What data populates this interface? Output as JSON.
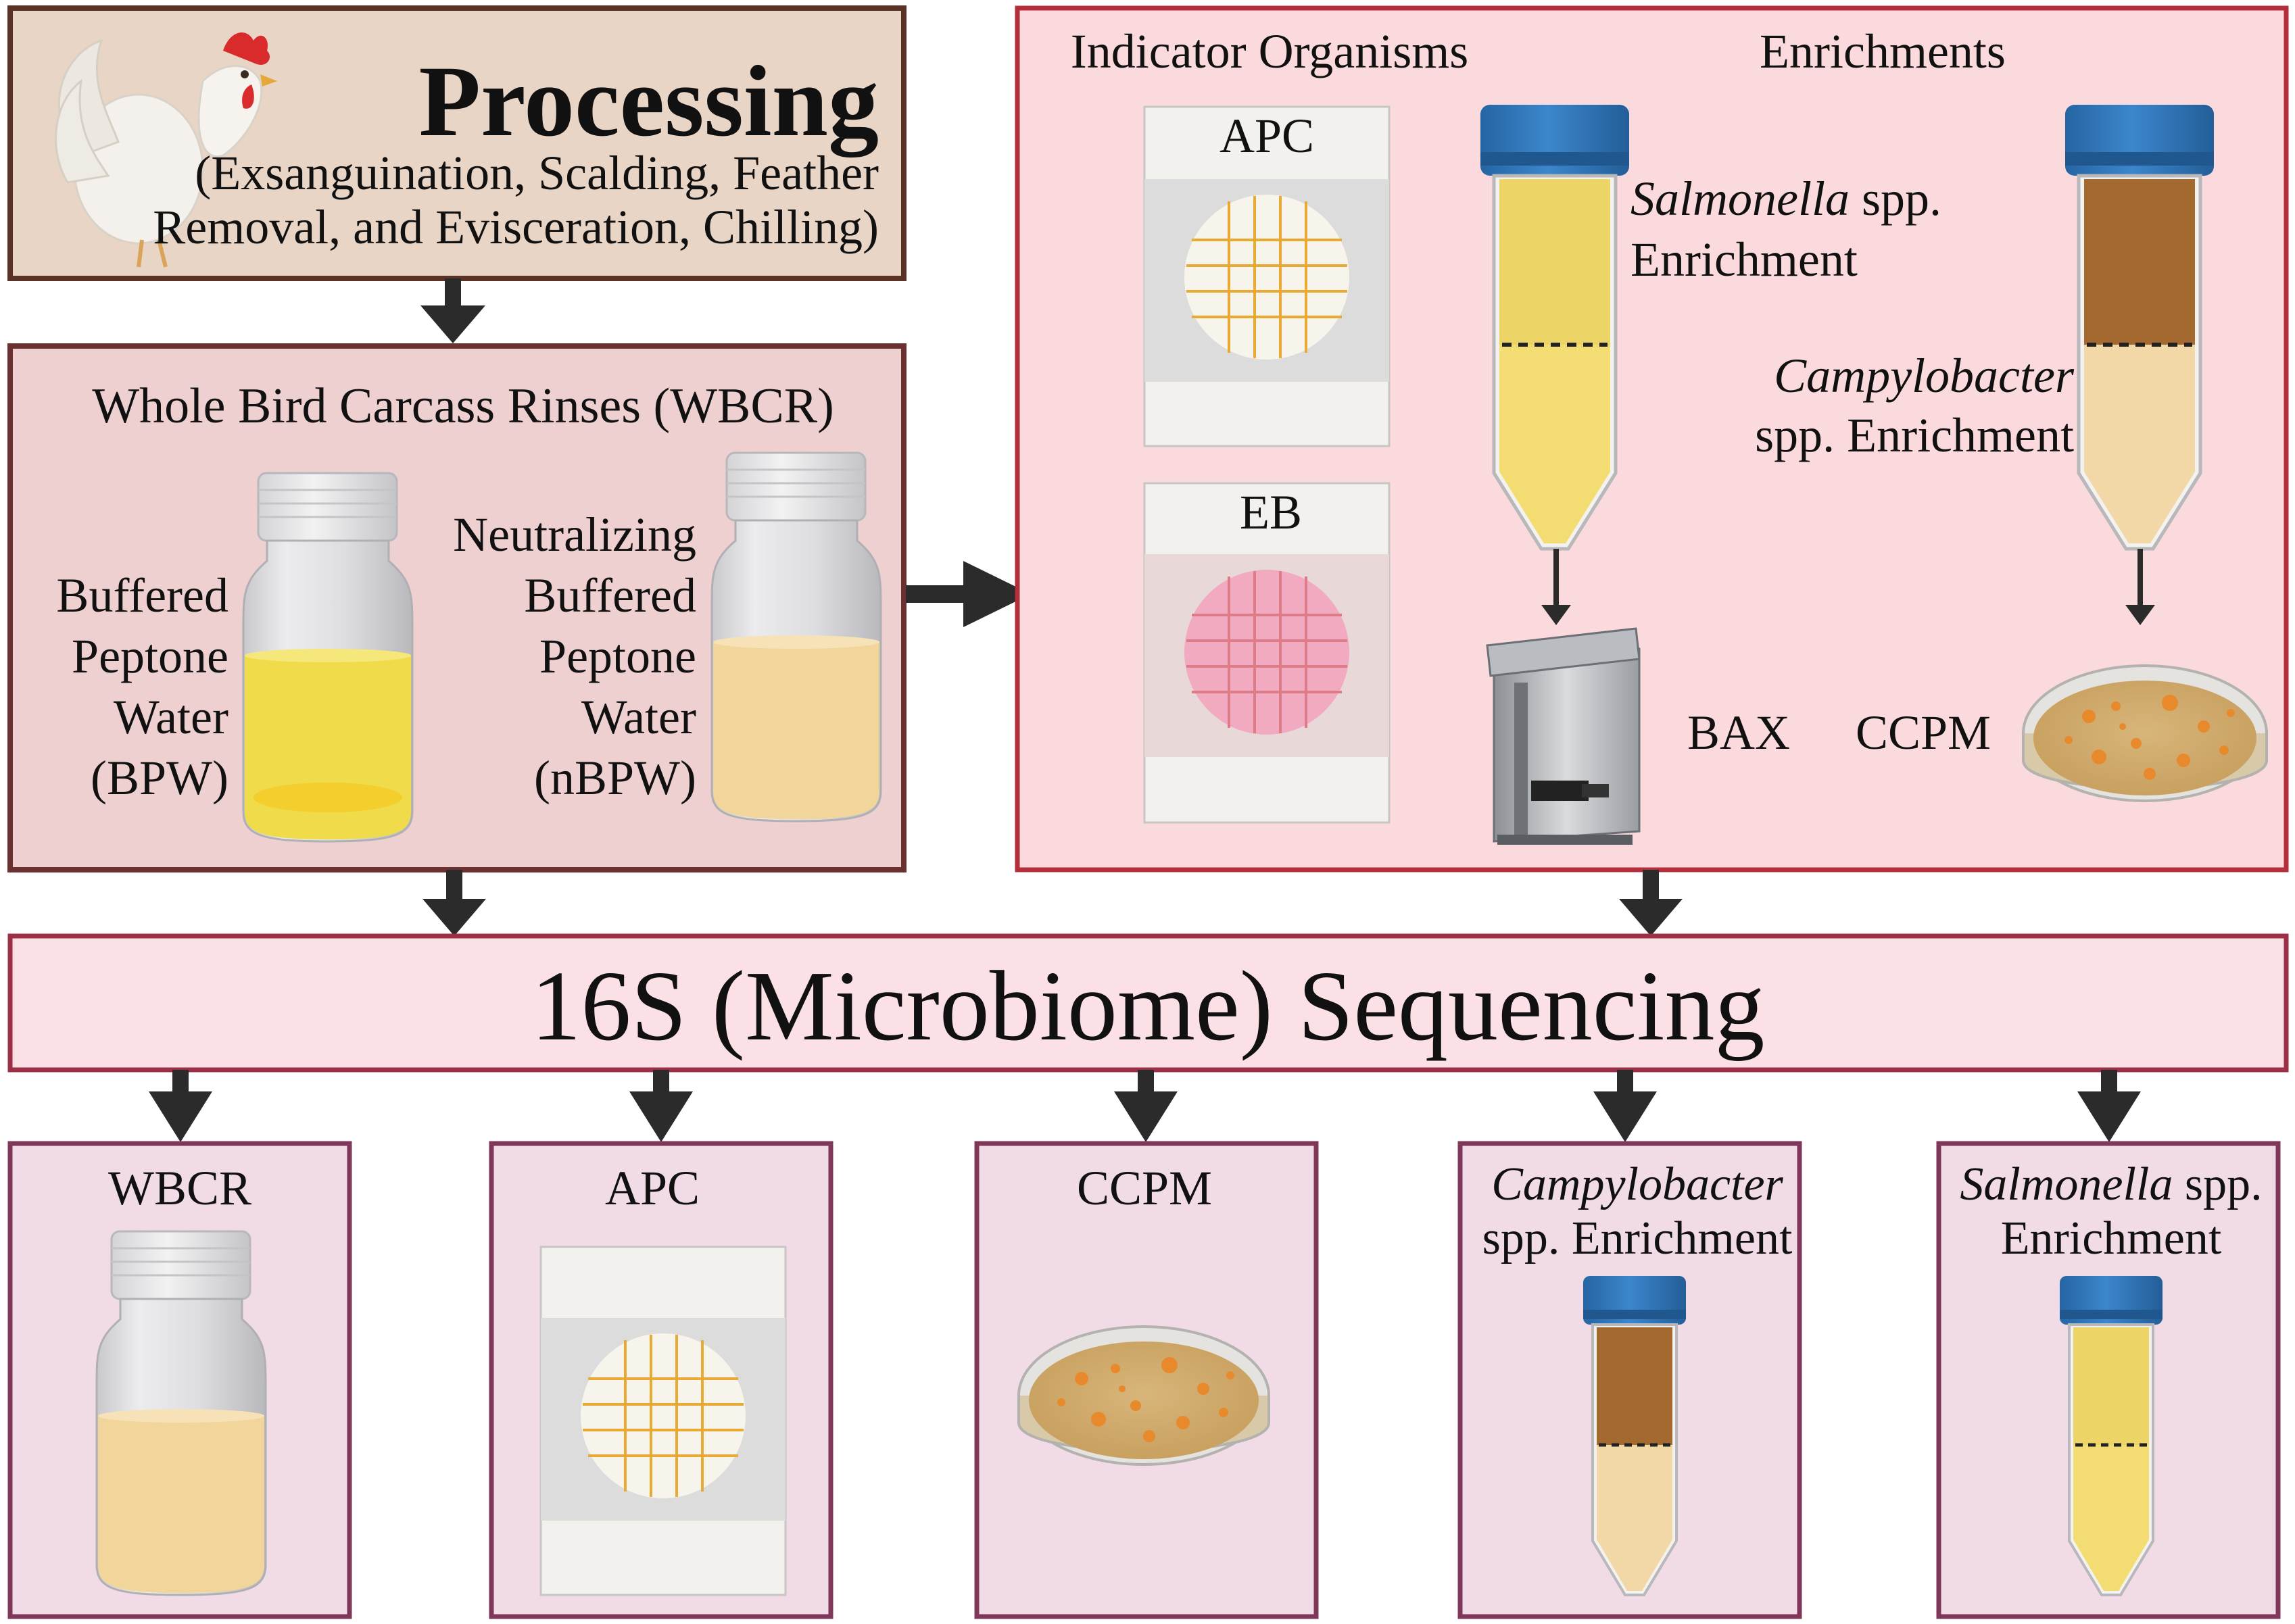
{
  "processing": {
    "title": "Processing",
    "subtitle_line1": "(Exsanguination, Scalding, Feather",
    "subtitle_line2": "Removal, and Evisceration, Chilling)"
  },
  "wbcr_panel": {
    "title": "Whole Bird Carcass Rinses (WBCR)",
    "bpw_label": [
      "Buffered",
      "Peptone",
      "Water",
      "(BPW)"
    ],
    "nbpw_label": [
      "Neutralizing",
      "Buffered",
      "Peptone",
      "Water",
      "(nBPW)"
    ]
  },
  "right_panel": {
    "indicator_title": "Indicator Organisms",
    "enrichments_title": "Enrichments",
    "apc_label": "APC",
    "eb_label": "EB",
    "salmonella_italic": "Salmonella",
    "salmonella_rest": " spp.",
    "salmonella_line2": "Enrichment",
    "campy_italic": "Campylobacter",
    "campy_line2": "spp. Enrichment",
    "bax_label": "BAX",
    "ccpm_label": "CCPM"
  },
  "sequencing": {
    "label": "16S (Microbiome) Sequencing"
  },
  "bottom": {
    "wbcr": "WBCR",
    "apc": "APC",
    "ccpm": "CCPM",
    "campy_italic": "Campylobacter",
    "campy_line2": "spp. Enrichment",
    "salm_italic": "Salmonella",
    "salm_rest": " spp.",
    "salm_line2": "Enrichment"
  },
  "colors": {
    "processing_fill": "#e9d5c6",
    "processing_border": "#5a3326",
    "wbcr_fill": "#efd0d0",
    "wbcr_border": "#6b3030",
    "right_fill": "#fadadd",
    "right_border": "#b52e3b",
    "seq_fill": "#fbe0e6",
    "seq_border": "#9c2e45",
    "bottom_fill": "#f1dbe6",
    "bottom_border": "#80385a",
    "arrow": "#2b2b2b",
    "cap_blue": "#2f76b8",
    "bpw_yellow": "#f0db4a",
    "nbpw_tan": "#f1d59a",
    "salm_yellow": "#f3dd72",
    "campy_brown": "#a3692e",
    "campy_tan": "#f1d8a6",
    "apc_grid": "#e8a935",
    "eb_pink": "#f2aac0",
    "eb_grid": "#dc7c89"
  }
}
